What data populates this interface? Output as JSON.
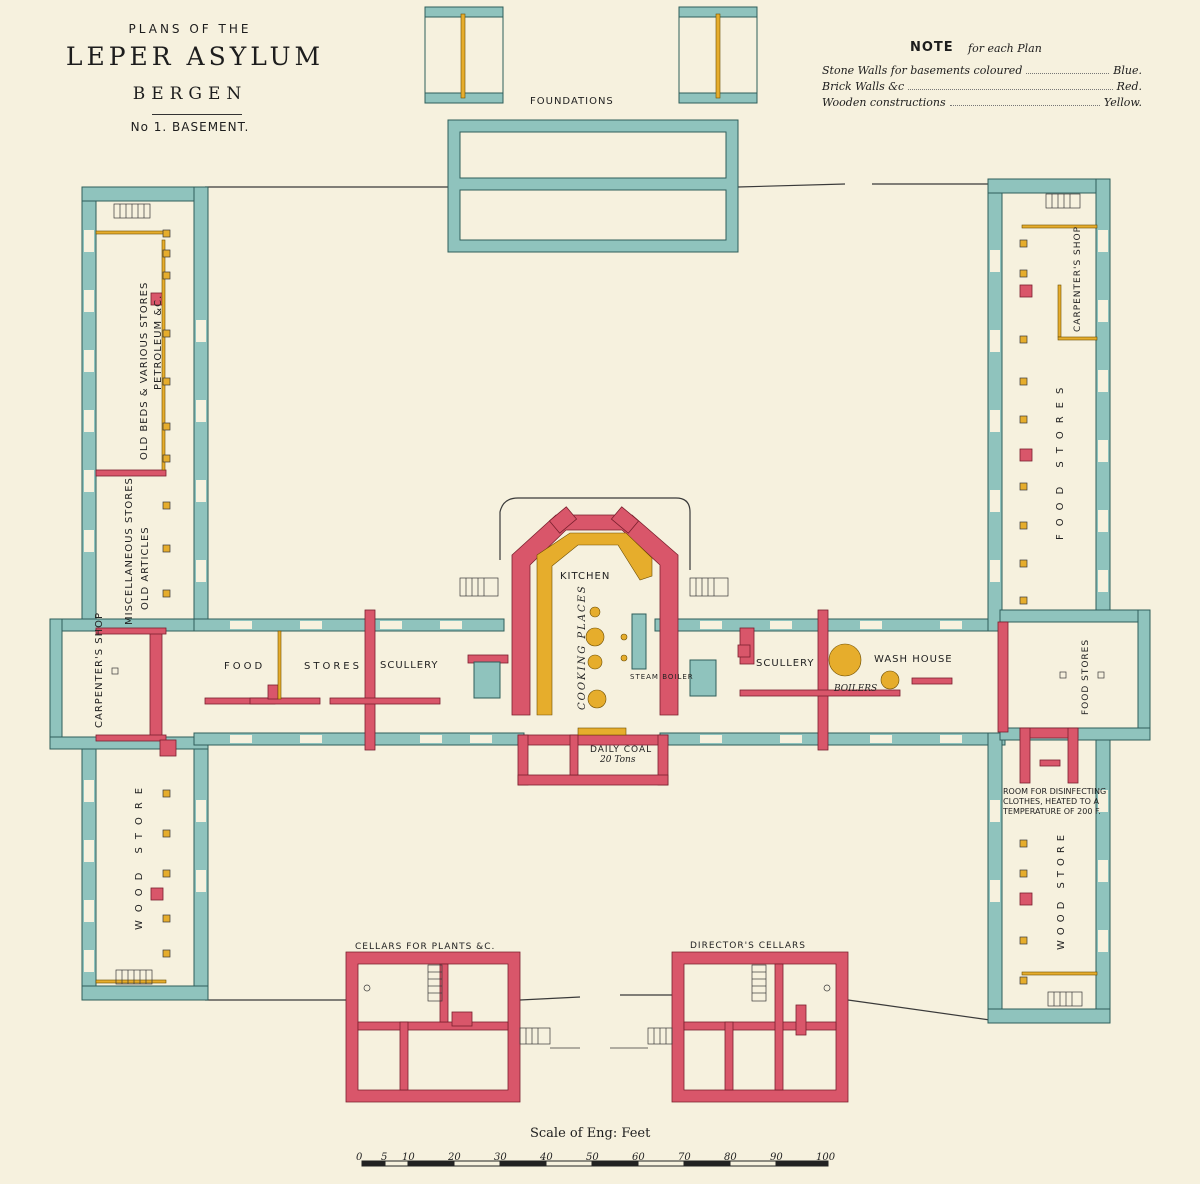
{
  "title": {
    "line1": "PLANS OF THE",
    "line2": "LEPER ASYLUM",
    "line3": "BERGEN",
    "line4": "No 1. BASEMENT."
  },
  "note": {
    "title": "NOTE",
    "subtitle": "for each Plan",
    "rows": [
      {
        "label": "Stone Walls for basements coloured",
        "value": "Blue."
      },
      {
        "label": "Brick Walls &c",
        "value": "Red."
      },
      {
        "label": "Wooden constructions",
        "value": "Yellow."
      }
    ]
  },
  "colors": {
    "paper": "#f6f1de",
    "stone": "#8fc3bd",
    "brick": "#d9566a",
    "wood": "#e6ad2c",
    "line": "#3a3a3a"
  },
  "labels": {
    "foundations": "FOUNDATIONS",
    "old_beds": "OLD BEDS & VARIOUS STORES",
    "petroleum": "PETROLEUM &C.",
    "misc_stores": "MISCELLANEOUS STORES",
    "old_articles": "OLD ARTICLES",
    "carpenters_shop_left": "CARPENTER'S SHOP",
    "wood_store_left": "WOOD STORE",
    "food": "FOOD",
    "stores": "STORES",
    "scullery_left": "SCULLERY",
    "kitchen": "KITCHEN",
    "cooking_places": "COOKING PLACES",
    "steam_boiler": "STEAM BOILER",
    "daily_coal": "DAILY COAL",
    "coal_tons": "20 Tons",
    "scullery_right": "SCULLERY",
    "wash_house": "WASH HOUSE",
    "boilers": "BOILERS",
    "carpenters_shop_right": "CARPENTER'S SHOP",
    "food_stores_right": "FOOD STORES",
    "food_stores_small": "FOOD STORES",
    "disinfect_1": "ROOM FOR DISINFECTING",
    "disinfect_2": "CLOTHES, HEATED TO A",
    "disinfect_3": "TEMPERATURE OF 200 F.",
    "wood_store_right": "WOOD STORE",
    "cellars_plants": "CELLARS FOR PLANTS &C.",
    "directors_cellars": "DIRECTOR'S CELLARS"
  },
  "scale": {
    "title": "Scale of Eng: Feet",
    "ticks": [
      "0",
      "5",
      "10",
      "20",
      "30",
      "40",
      "50",
      "60",
      "70",
      "80",
      "90",
      "100"
    ]
  }
}
